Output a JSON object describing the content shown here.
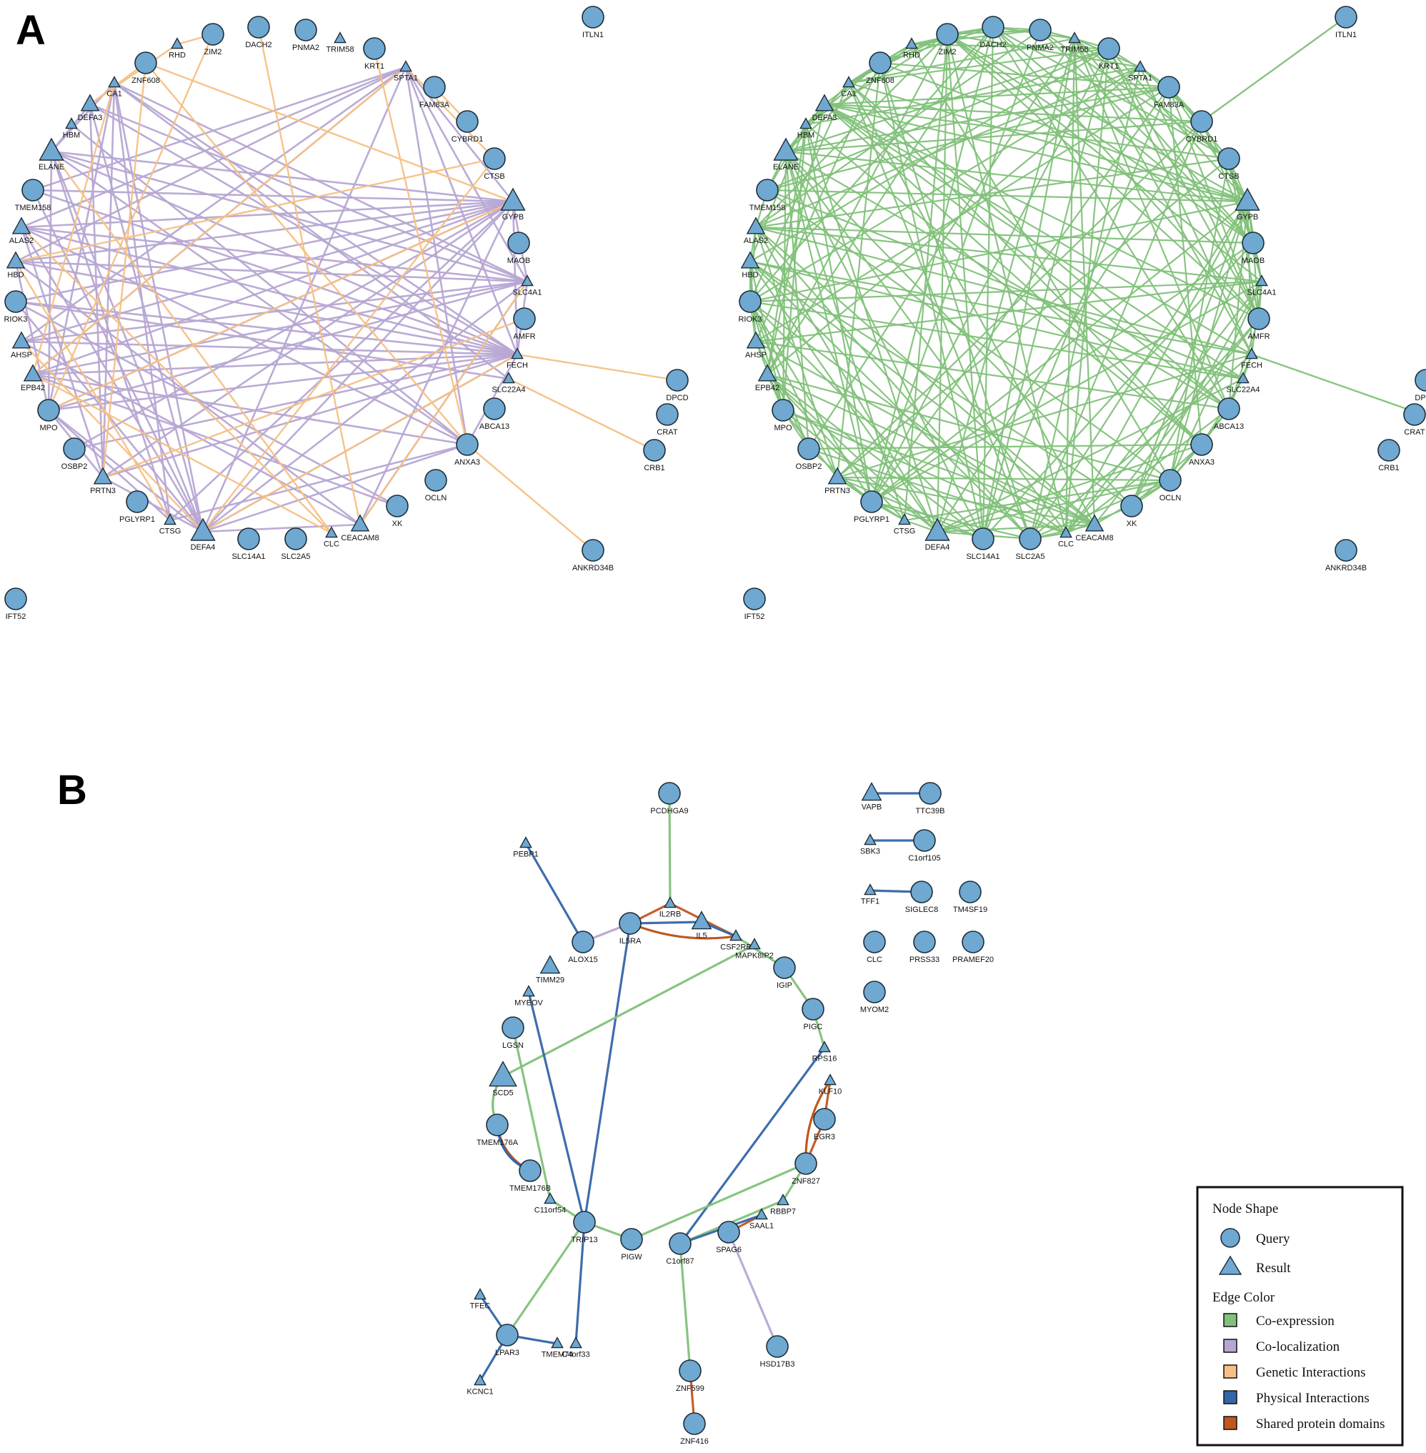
{
  "panels": {
    "a_label": "A",
    "b_label": "B"
  },
  "colors": {
    "node_fill": "#6fa8d0",
    "node_stroke": "#1d2d3a",
    "coexpression": "#82c17a",
    "colocalization": "#b7a6d3",
    "genetic": "#f6c084",
    "physical": "#3465a8",
    "shared_domains": "#c0571d"
  },
  "network_a": {
    "nodes": [
      {
        "id": "ITLN1",
        "label": "ITLN1",
        "shape": "circle"
      },
      {
        "id": "DACH2",
        "label": "DACH2",
        "shape": "circle"
      },
      {
        "id": "PNMA2",
        "label": "PNMA2",
        "shape": "circle"
      },
      {
        "id": "TRIM58",
        "label": "TRIM58",
        "shape": "triangle"
      },
      {
        "id": "ZIM2",
        "label": "ZIM2",
        "shape": "circle"
      },
      {
        "id": "RHD",
        "label": "RHD",
        "shape": "triangle"
      },
      {
        "id": "KRT1",
        "label": "KRT1",
        "shape": "circle"
      },
      {
        "id": "SPTA1",
        "label": "SPTA1",
        "shape": "triangle"
      },
      {
        "id": "ZNF608",
        "label": "ZNF608",
        "shape": "circle"
      },
      {
        "id": "CA1",
        "label": "CA1",
        "shape": "triangle"
      },
      {
        "id": "FAM83A",
        "label": "FAM83A",
        "shape": "circle"
      },
      {
        "id": "DEFA3",
        "label": "DEFA3",
        "shape": "triangle"
      },
      {
        "id": "HBM",
        "label": "HBM",
        "shape": "triangle"
      },
      {
        "id": "CYBRD1",
        "label": "CYBRD1",
        "shape": "circle"
      },
      {
        "id": "ELANE",
        "label": "ELANE",
        "shape": "triangle"
      },
      {
        "id": "CTSB",
        "label": "CTSB",
        "shape": "circle"
      },
      {
        "id": "TMEM158",
        "label": "TMEM158",
        "shape": "circle"
      },
      {
        "id": "GYPB",
        "label": "GYPB",
        "shape": "triangle"
      },
      {
        "id": "ALAS2",
        "label": "ALAS2",
        "shape": "triangle"
      },
      {
        "id": "MAOB",
        "label": "MAOB",
        "shape": "circle"
      },
      {
        "id": "HBD",
        "label": "HBD",
        "shape": "triangle"
      },
      {
        "id": "SLC4A1",
        "label": "SLC4A1",
        "shape": "triangle"
      },
      {
        "id": "RIOK3",
        "label": "RIOK3",
        "shape": "circle"
      },
      {
        "id": "AMFR",
        "label": "AMFR",
        "shape": "circle"
      },
      {
        "id": "AHSP",
        "label": "AHSP",
        "shape": "triangle"
      },
      {
        "id": "FECH",
        "label": "FECH",
        "shape": "triangle"
      },
      {
        "id": "EPB42",
        "label": "EPB42",
        "shape": "triangle"
      },
      {
        "id": "SLC22A4",
        "label": "SLC22A4",
        "shape": "triangle"
      },
      {
        "id": "DPCD",
        "label": "DPCD",
        "shape": "circle"
      },
      {
        "id": "MPO",
        "label": "MPO",
        "shape": "circle"
      },
      {
        "id": "ABCA13",
        "label": "ABCA13",
        "shape": "circle"
      },
      {
        "id": "CRAT",
        "label": "CRAT",
        "shape": "circle"
      },
      {
        "id": "OSBP2",
        "label": "OSBP2",
        "shape": "circle"
      },
      {
        "id": "CRB1",
        "label": "CRB1",
        "shape": "circle"
      },
      {
        "id": "ANXA3",
        "label": "ANXA3",
        "shape": "circle"
      },
      {
        "id": "PRTN3",
        "label": "PRTN3",
        "shape": "triangle"
      },
      {
        "id": "OCLN",
        "label": "OCLN",
        "shape": "circle"
      },
      {
        "id": "PGLYRP1",
        "label": "PGLYRP1",
        "shape": "circle"
      },
      {
        "id": "XK",
        "label": "XK",
        "shape": "circle"
      },
      {
        "id": "CTSG",
        "label": "CTSG",
        "shape": "triangle"
      },
      {
        "id": "CEACAM8",
        "label": "CEACAM8",
        "shape": "triangle"
      },
      {
        "id": "DEFA4",
        "label": "DEFA4",
        "shape": "triangle"
      },
      {
        "id": "CLC",
        "label": "CLC",
        "shape": "triangle"
      },
      {
        "id": "SLC14A1",
        "label": "SLC14A1",
        "shape": "circle"
      },
      {
        "id": "SLC2A5",
        "label": "SLC2A5",
        "shape": "circle"
      },
      {
        "id": "ANKRD34B",
        "label": "ANKRD34B",
        "shape": "circle"
      },
      {
        "id": "IFT52",
        "label": "IFT52",
        "shape": "circle"
      }
    ],
    "genetic_edges": [
      [
        "RHD",
        "ZIM2"
      ],
      [
        "RHD",
        "DEFA3"
      ],
      [
        "ZNF608",
        "DEFA3"
      ],
      [
        "ZNF608",
        "PRTN3"
      ],
      [
        "ZIM2",
        "MPO"
      ],
      [
        "DACH2",
        "CEACAM8"
      ],
      [
        "KRT1",
        "ANXA3"
      ],
      [
        "SPTA1",
        "CTSB"
      ],
      [
        "SPTA1",
        "EPB42"
      ],
      [
        "FAM83A",
        "CYBRD1"
      ],
      [
        "CTSB",
        "HBD"
      ],
      [
        "CTSB",
        "DEFA4"
      ],
      [
        "GYPB",
        "MPO"
      ],
      [
        "SLC4A1",
        "CEACAM8"
      ],
      [
        "AMFR",
        "PRTN3"
      ],
      [
        "FECH",
        "DPCD"
      ],
      [
        "FECH",
        "DEFA4"
      ],
      [
        "SLC22A4",
        "CRB1"
      ],
      [
        "ANXA3",
        "ANKRD34B"
      ],
      [
        "ANXA3",
        "ZNF608"
      ],
      [
        "CA1",
        "EPB42"
      ],
      [
        "GYPB",
        "ZNF608"
      ],
      [
        "ALAS2",
        "CLC"
      ],
      [
        "HBD",
        "CTSG"
      ],
      [
        "ELANE",
        "CLC"
      ],
      [
        "AHSP",
        "DEFA4"
      ],
      [
        "EPB42",
        "CLC"
      ]
    ],
    "colocalization_edges": [
      [
        "CA1",
        "ELANE"
      ],
      [
        "CA1",
        "DEFA4"
      ],
      [
        "CA1",
        "PRTN3"
      ],
      [
        "CA1",
        "MPO"
      ],
      [
        "CA1",
        "CTSG"
      ],
      [
        "CA1",
        "SLC4A1"
      ],
      [
        "CA1",
        "FECH"
      ],
      [
        "DEFA3",
        "DEFA4"
      ],
      [
        "DEFA3",
        "PRTN3"
      ],
      [
        "DEFA3",
        "ELANE"
      ],
      [
        "DEFA3",
        "FECH"
      ],
      [
        "DEFA3",
        "SLC4A1"
      ],
      [
        "SPTA1",
        "ALAS2"
      ],
      [
        "SPTA1",
        "HBD"
      ],
      [
        "SPTA1",
        "AHSP"
      ],
      [
        "SPTA1",
        "GYPB"
      ],
      [
        "SPTA1",
        "EPB42"
      ],
      [
        "SPTA1",
        "TMEM158"
      ],
      [
        "SPTA1",
        "ANXA3"
      ],
      [
        "SPTA1",
        "SLC4A1"
      ],
      [
        "ELANE",
        "GYPB"
      ],
      [
        "ELANE",
        "SLC4A1"
      ],
      [
        "ELANE",
        "FECH"
      ],
      [
        "ELANE",
        "ANXA3"
      ],
      [
        "ELANE",
        "MPO"
      ],
      [
        "ELANE",
        "DEFA4"
      ],
      [
        "ELANE",
        "CTSG"
      ],
      [
        "TMEM158",
        "GYPB"
      ],
      [
        "TMEM158",
        "FECH"
      ],
      [
        "TMEM158",
        "DEFA4"
      ],
      [
        "ALAS2",
        "GYPB"
      ],
      [
        "ALAS2",
        "SLC4A1"
      ],
      [
        "ALAS2",
        "FECH"
      ],
      [
        "ALAS2",
        "ANXA3"
      ],
      [
        "ALAS2",
        "DEFA4"
      ],
      [
        "ALAS2",
        "PRTN3"
      ],
      [
        "HBD",
        "GYPB"
      ],
      [
        "HBD",
        "SLC4A1"
      ],
      [
        "HBD",
        "FECH"
      ],
      [
        "HBD",
        "CEACAM8"
      ],
      [
        "HBD",
        "MPO"
      ],
      [
        "RIOK3",
        "GYPB"
      ],
      [
        "RIOK3",
        "FECH"
      ],
      [
        "RIOK3",
        "SLC22A4"
      ],
      [
        "RIOK3",
        "XK"
      ],
      [
        "RIOK3",
        "DEFA4"
      ],
      [
        "AHSP",
        "GYPB"
      ],
      [
        "AHSP",
        "SLC4A1"
      ],
      [
        "AHSP",
        "FECH"
      ],
      [
        "AHSP",
        "CEACAM8"
      ],
      [
        "EPB42",
        "GYPB"
      ],
      [
        "EPB42",
        "SLC4A1"
      ],
      [
        "EPB42",
        "FECH"
      ],
      [
        "EPB42",
        "ANXA3"
      ],
      [
        "EPB42",
        "XK"
      ],
      [
        "MPO",
        "GYPB"
      ],
      [
        "MPO",
        "SLC4A1"
      ],
      [
        "MPO",
        "FECH"
      ],
      [
        "MPO",
        "DEFA4"
      ],
      [
        "MPO",
        "CTSG"
      ],
      [
        "MPO",
        "PRTN3"
      ],
      [
        "PRTN3",
        "FECH"
      ],
      [
        "PRTN3",
        "GYPB"
      ],
      [
        "PRTN3",
        "DEFA4"
      ],
      [
        "CTSG",
        "ANXA3"
      ],
      [
        "CTSG",
        "GYPB"
      ],
      [
        "DEFA4",
        "GYPB"
      ],
      [
        "DEFA4",
        "SLC4A1"
      ],
      [
        "DEFA4",
        "FECH"
      ],
      [
        "DEFA4",
        "ANXA3"
      ],
      [
        "DEFA4",
        "CEACAM8"
      ],
      [
        "CEACAM8",
        "GYPB"
      ],
      [
        "CEACAM8",
        "SLC4A1"
      ],
      [
        "GYPB",
        "SLC4A1"
      ],
      [
        "GYPB",
        "FECH"
      ],
      [
        "SLC4A1",
        "FECH"
      ],
      [
        "FECH",
        "ANXA3"
      ],
      [
        "SPTA1",
        "FECH"
      ],
      [
        "SPTA1",
        "DEFA4"
      ],
      [
        "OSBP2",
        "GYPB"
      ],
      [
        "OSBP2",
        "FECH"
      ],
      [
        "CA1",
        "SLC22A4"
      ],
      [
        "HBM",
        "ANXA3"
      ]
    ],
    "coexpression_edges": "dense"
  },
  "network_b": {
    "nodes": [
      {
        "id": "PCDHGA9",
        "label": "PCDHGA9",
        "shape": "circle"
      },
      {
        "id": "PEBP1",
        "label": "PEBP1",
        "shape": "triangle"
      },
      {
        "id": "IL2RB",
        "label": "IL2RB",
        "shape": "triangle"
      },
      {
        "id": "IL5RA",
        "label": "IL5RA",
        "shape": "circle"
      },
      {
        "id": "IL5",
        "label": "IL5",
        "shape": "triangle"
      },
      {
        "id": "CSF2RB",
        "label": "CSF2RB",
        "shape": "triangle"
      },
      {
        "id": "MAPK8IP2",
        "label": "MAPK8IP2",
        "shape": "triangle"
      },
      {
        "id": "ALOX15",
        "label": "ALOX15",
        "shape": "circle"
      },
      {
        "id": "IGIP",
        "label": "IGIP",
        "shape": "circle"
      },
      {
        "id": "TIMM29",
        "label": "TIMM29",
        "shape": "triangle"
      },
      {
        "id": "MYEOV",
        "label": "MYEOV",
        "shape": "triangle"
      },
      {
        "id": "PIGC",
        "label": "PIGC",
        "shape": "circle"
      },
      {
        "id": "LGSN",
        "label": "LGSN",
        "shape": "circle"
      },
      {
        "id": "RPS16",
        "label": "RPS16",
        "shape": "triangle"
      },
      {
        "id": "SCD5",
        "label": "SCD5",
        "shape": "triangle"
      },
      {
        "id": "KLF10",
        "label": "KLF10",
        "shape": "triangle"
      },
      {
        "id": "EGR3",
        "label": "EGR3",
        "shape": "circle"
      },
      {
        "id": "TMEM176A",
        "label": "TMEM176A",
        "shape": "circle"
      },
      {
        "id": "TMEM176B",
        "label": "TMEM176B",
        "shape": "circle"
      },
      {
        "id": "ZNF827",
        "label": "ZNF827",
        "shape": "circle"
      },
      {
        "id": "C11orf54",
        "label": "C11orf54",
        "shape": "triangle"
      },
      {
        "id": "RBBP7",
        "label": "RBBP7",
        "shape": "triangle"
      },
      {
        "id": "SAAL1",
        "label": "SAAL1",
        "shape": "triangle"
      },
      {
        "id": "TRIP13",
        "label": "TRIP13",
        "shape": "circle"
      },
      {
        "id": "PIGW",
        "label": "PIGW",
        "shape": "circle"
      },
      {
        "id": "C1orf87",
        "label": "C1orf87",
        "shape": "circle"
      },
      {
        "id": "SPAG6",
        "label": "SPAG6",
        "shape": "circle"
      },
      {
        "id": "TFEC",
        "label": "TFEC",
        "shape": "triangle"
      },
      {
        "id": "LPAR3",
        "label": "LPAR3",
        "shape": "circle"
      },
      {
        "id": "TMEM74",
        "label": "TMEM74",
        "shape": "triangle"
      },
      {
        "id": "C4orf33",
        "label": "C4orf33",
        "shape": "triangle"
      },
      {
        "id": "KCNC1",
        "label": "KCNC1",
        "shape": "triangle"
      },
      {
        "id": "HSD17B3",
        "label": "HSD17B3",
        "shape": "circle"
      },
      {
        "id": "ZNF599",
        "label": "ZNF599",
        "shape": "circle"
      },
      {
        "id": "ZNF416",
        "label": "ZNF416",
        "shape": "circle"
      },
      {
        "id": "VAPB",
        "label": "VAPB",
        "shape": "triangle"
      },
      {
        "id": "TTC39B",
        "label": "TTC39B",
        "shape": "circle"
      },
      {
        "id": "SBK3",
        "label": "SBK3",
        "shape": "triangle"
      },
      {
        "id": "C1orf105",
        "label": "C1orf105",
        "shape": "circle"
      },
      {
        "id": "TFF1",
        "label": "TFF1",
        "shape": "triangle"
      },
      {
        "id": "SIGLEC8",
        "label": "SIGLEC8",
        "shape": "circle"
      },
      {
        "id": "TM4SF19",
        "label": "TM4SF19",
        "shape": "circle"
      },
      {
        "id": "CLC",
        "label": "CLC",
        "shape": "circle"
      },
      {
        "id": "PRSS33",
        "label": "PRSS33",
        "shape": "circle"
      },
      {
        "id": "PRAMEF20",
        "label": "PRAMEF20",
        "shape": "circle"
      },
      {
        "id": "MYOM2",
        "label": "MYOM2",
        "shape": "circle"
      }
    ],
    "edges": [
      {
        "a": "PCDHGA9",
        "b": "IL2RB",
        "type": "coexpression"
      },
      {
        "a": "PEBP1",
        "b": "ALOX15",
        "type": "physical"
      },
      {
        "a": "ALOX15",
        "b": "IL5RA",
        "type": "colocalization"
      },
      {
        "a": "IL5RA",
        "b": "IL2RB",
        "type": "shared_domains"
      },
      {
        "a": "IL5RA",
        "b": "IL5",
        "type": "physical"
      },
      {
        "a": "IL5RA",
        "b": "CSF2RB",
        "type": "shared_domains"
      },
      {
        "a": "IL2RB",
        "b": "CSF2RB",
        "type": "shared_domains"
      },
      {
        "a": "IL5",
        "b": "CSF2RB",
        "type": "physical"
      },
      {
        "a": "IL5RA",
        "b": "TRIP13",
        "type": "physical"
      },
      {
        "a": "CSF2RB",
        "b": "IGIP",
        "type": "coexpression"
      },
      {
        "a": "MAPK8IP2",
        "b": "SCD5",
        "type": "coexpression"
      },
      {
        "a": "IGIP",
        "b": "PIGC",
        "type": "coexpression"
      },
      {
        "a": "PIGC",
        "b": "RPS16",
        "type": "coexpression"
      },
      {
        "a": "RPS16",
        "b": "C1orf87",
        "type": "physical"
      },
      {
        "a": "KLF10",
        "b": "EGR3",
        "type": "shared_domains"
      },
      {
        "a": "EGR3",
        "b": "ZNF827",
        "type": "shared_domains"
      },
      {
        "a": "KLF10",
        "b": "ZNF827",
        "type": "shared_domains"
      },
      {
        "a": "ZNF827",
        "b": "RBBP7",
        "type": "coexpression"
      },
      {
        "a": "RBBP7",
        "b": "C1orf87",
        "type": "coexpression"
      },
      {
        "a": "SAAL1",
        "b": "SPAG6",
        "type": "shared_domains"
      },
      {
        "a": "SAAL1",
        "b": "C1orf87",
        "type": "physical"
      },
      {
        "a": "MYEOV",
        "b": "TRIP13",
        "type": "physical"
      },
      {
        "a": "LGSN",
        "b": "C11orf54",
        "type": "coexpression"
      },
      {
        "a": "SCD5",
        "b": "TMEM176A",
        "type": "coexpression"
      },
      {
        "a": "TMEM176A",
        "b": "TMEM176B",
        "type": "shared_domains"
      },
      {
        "a": "TMEM176A",
        "b": "TMEM176B",
        "type": "physical"
      },
      {
        "a": "C11orf54",
        "b": "TRIP13",
        "type": "coexpression"
      },
      {
        "a": "TRIP13",
        "b": "PIGW",
        "type": "coexpression"
      },
      {
        "a": "PIGW",
        "b": "ZNF827",
        "type": "coexpression"
      },
      {
        "a": "TRIP13",
        "b": "LPAR3",
        "type": "coexpression"
      },
      {
        "a": "TRIP13",
        "b": "C4orf33",
        "type": "physical"
      },
      {
        "a": "TFEC",
        "b": "LPAR3",
        "type": "physical"
      },
      {
        "a": "LPAR3",
        "b": "TMEM74",
        "type": "physical"
      },
      {
        "a": "LPAR3",
        "b": "KCNC1",
        "type": "physical"
      },
      {
        "a": "SPAG6",
        "b": "HSD17B3",
        "type": "colocalization"
      },
      {
        "a": "C1orf87",
        "b": "ZNF599",
        "type": "coexpression"
      },
      {
        "a": "ZNF599",
        "b": "ZNF416",
        "type": "shared_domains"
      },
      {
        "a": "VAPB",
        "b": "TTC39B",
        "type": "physical"
      },
      {
        "a": "SBK3",
        "b": "C1orf105",
        "type": "physical"
      },
      {
        "a": "TFF1",
        "b": "SIGLEC8",
        "type": "physical"
      }
    ]
  },
  "legend": {
    "node_shape_title": "Node Shape",
    "query_label": "Query",
    "result_label": "Result",
    "edge_color_title": "Edge Color",
    "items": [
      {
        "label": "Co-expression",
        "color": "#82c17a"
      },
      {
        "label": "Co-localization",
        "color": "#b7a6d3"
      },
      {
        "label": "Genetic Interactions",
        "color": "#f6c084"
      },
      {
        "label": "Physical Interactions",
        "color": "#3465a8"
      },
      {
        "label": "Shared protein domains",
        "color": "#c0571d"
      }
    ]
  }
}
